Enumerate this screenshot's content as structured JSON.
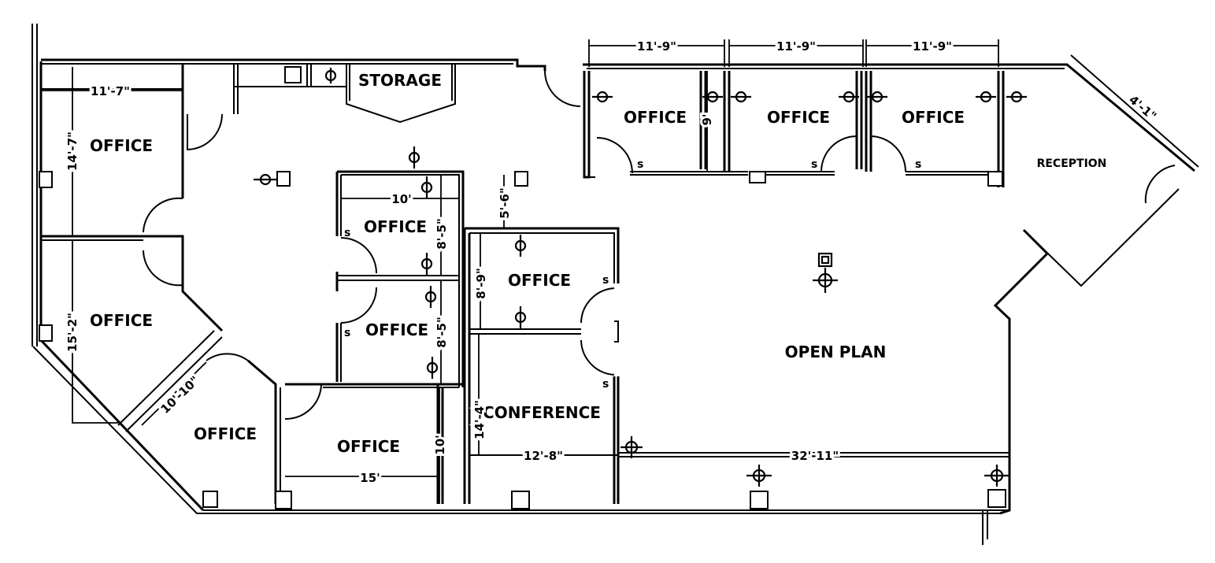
{
  "rooms": {
    "storage": "STORAGE",
    "office_top_left": "OFFICE",
    "office_left_mid": "OFFICE",
    "office_diag": "OFFICE",
    "office_bottom_center": "OFFICE",
    "office_center_upper": "OFFICE",
    "office_center_lower": "OFFICE",
    "office_right_of_center": "OFFICE",
    "conference": "CONFERENCE",
    "office_top_1": "OFFICE",
    "office_top_2": "OFFICE",
    "office_top_3": "OFFICE",
    "reception": "RECEPTION",
    "open_plan": "OPEN PLAN"
  },
  "dimensions": {
    "top_left_width": "11'-7\"",
    "top_left_height": "14'-7\"",
    "left_mid_height": "15'-2\"",
    "diag_office": "10'-10\"",
    "bottom_office_width": "15'",
    "bottom_office_height": "10'",
    "center_office_width": "10'",
    "center_upper_height": "8'-5\"",
    "center_lower_height": "8'-5\"",
    "corridor_gap": "5'-6\"",
    "right_office_height": "8'-9\"",
    "conference_height": "14'-4\"",
    "conference_width": "12'-8\"",
    "open_plan_width": "32'-11\"",
    "top_office_1_width": "11'-9\"",
    "top_office_2_width": "11'-9\"",
    "top_office_3_width": "11'-9\"",
    "top_office_height": "9'",
    "reception_wall": "4'-1\""
  }
}
